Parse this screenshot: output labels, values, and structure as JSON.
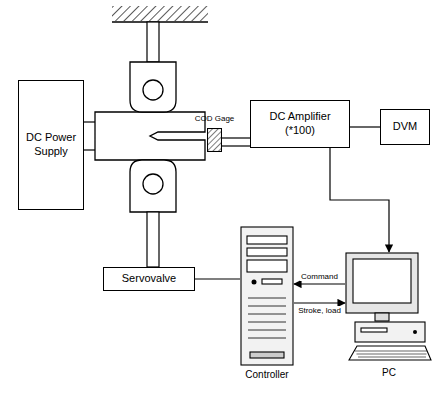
{
  "diagram": {
    "nodes": [
      {
        "text": [
          "DC Power Supply"
        ]
      },
      {
        "text": [
          "COD Gage"
        ]
      },
      {
        "text": [
          "DC Amplifier (*100)"
        ]
      },
      {
        "text": [
          "DVM"
        ]
      },
      {
        "text": [
          "Servovalve"
        ]
      },
      {
        "text": [
          "Controller"
        ]
      },
      {
        "text": [
          "PC"
        ]
      }
    ],
    "edges": [
      {
        "from": 1,
        "to": 2,
        "arrow": "none"
      },
      {
        "from": 2,
        "to": 3,
        "arrow": "none"
      },
      {
        "from": 2,
        "to": 6,
        "arrow": "to"
      },
      {
        "from": 6,
        "to": 5,
        "label": "Command",
        "arrow": "to"
      },
      {
        "from": 5,
        "to": 6,
        "label": "Stroke, load",
        "arrow": "to"
      },
      {
        "from": 5,
        "to": 4,
        "arrow": "none"
      }
    ]
  }
}
